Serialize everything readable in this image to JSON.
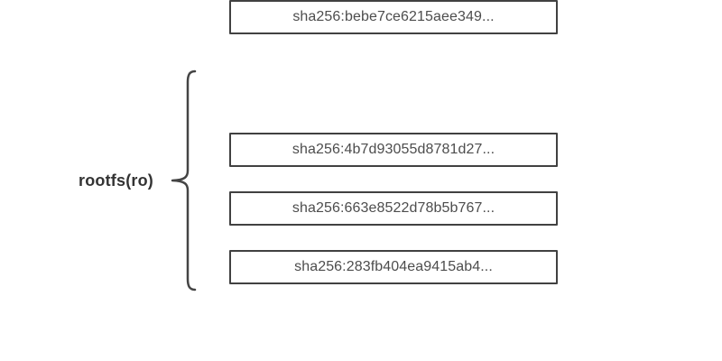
{
  "diagram": {
    "label": "rootfs(ro)",
    "layers": [
      {
        "hash": "sha256:4b7d93055d8781d27..."
      },
      {
        "hash": "sha256:663e8522d78b5b767..."
      },
      {
        "hash": "sha256:283fb404ea9415ab4..."
      },
      {
        "hash": "sha256:bebe7ce6215aee349..."
      }
    ],
    "colors": {
      "background": "#ffffff",
      "box_border": "#414141",
      "box_text": "#4d4d4d",
      "label_text": "#333333",
      "brace_stroke": "#444444"
    }
  }
}
